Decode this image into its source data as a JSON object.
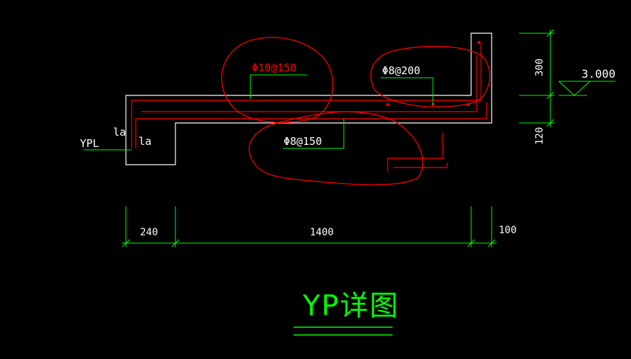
{
  "drawing": {
    "title": "YP详图",
    "labels": {
      "ypl": "YPL",
      "la_left": "la",
      "la_right": "la"
    },
    "rebar_labels": {
      "top_main": "Φ10@150",
      "top_right": "Φ8@200",
      "bottom": "Φ8@150"
    },
    "elevation": "3.000",
    "dims": {
      "d240": "240",
      "d1400": "1400",
      "d100": "100",
      "d300": "300",
      "d120": "120"
    }
  },
  "colors": {
    "background": "#000000",
    "outline": "#ffffff",
    "rebar": "#ff0000",
    "dimension": "#00ff00",
    "text_white": "#ffffff",
    "text_red": "#ff0000",
    "title": "#00ff00"
  }
}
